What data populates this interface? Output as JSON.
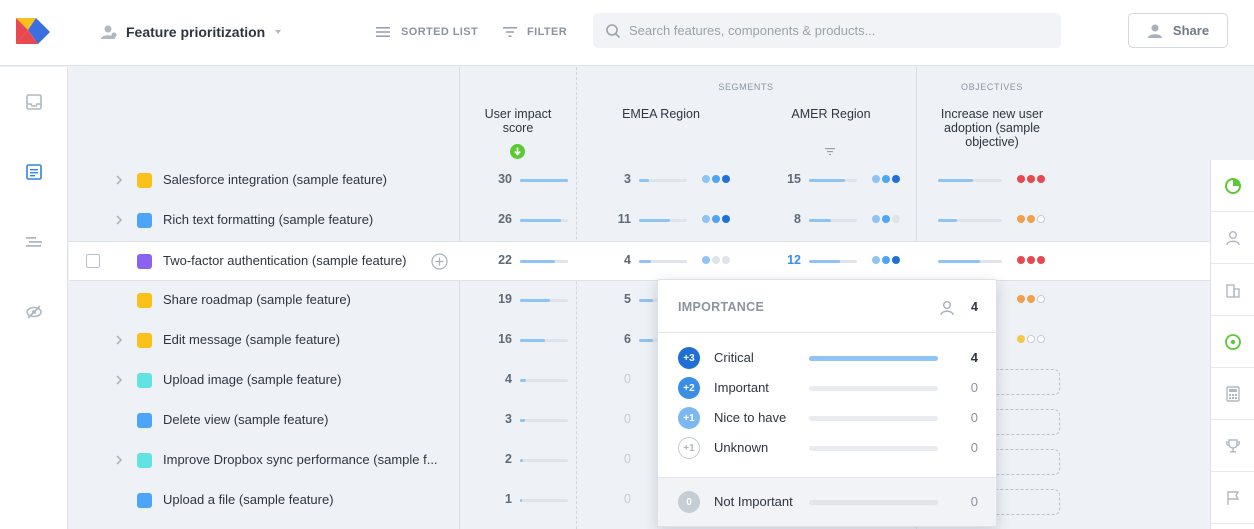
{
  "header": {
    "board_title": "Feature prioritization",
    "sorted_list_label": "SORTED LIST",
    "filter_label": "FILTER",
    "search_placeholder": "Search features, components & products...",
    "share_label": "Share"
  },
  "columns": {
    "segments_label": "SEGMENTS",
    "objectives_label": "OBJECTIVES",
    "user_impact": "User impact score",
    "emea": "EMEA Region",
    "amer": "AMER Region",
    "objective": "Increase new user adoption (sample objective)"
  },
  "colors": {
    "accent_blue": "#3a8ee6",
    "red": "#e8484f",
    "orange": "#f2a14a",
    "yellow": "#f5c842",
    "green": "#5cc836"
  },
  "features": [
    {
      "name": "Salesforce integration (sample feature)",
      "color": "#f9c11a",
      "expand": true,
      "score": "30",
      "score_level": 1.0,
      "emea": "3",
      "emea_level": 0.2,
      "emea_dots": 3,
      "amer": "15",
      "amer_level": 0.75,
      "amer_dots": 3,
      "obj_level": 0.55,
      "obj_dots": [
        "#e8484f",
        "#e8484f",
        "#e8484f"
      ]
    },
    {
      "name": "Rich text formatting (sample feature)",
      "color": "#4ea4f6",
      "expand": true,
      "score": "26",
      "score_level": 0.86,
      "emea": "11",
      "emea_level": 0.65,
      "emea_dots": 3,
      "amer": "8",
      "amer_level": 0.45,
      "amer_dots": 2,
      "obj_level": 0.3,
      "obj_dots": [
        "#f2a14a",
        "#f2a14a",
        "none"
      ]
    },
    {
      "name": "Two-factor authentication (sample feature)",
      "color": "#8c63f0",
      "expand": false,
      "selected": true,
      "score": "22",
      "score_level": 0.73,
      "emea": "4",
      "emea_level": 0.25,
      "emea_dots": 1,
      "amer": "12",
      "amer_level": 0.65,
      "amer_dots": 3,
      "obj_level": 0.65,
      "obj_dots": [
        "#e8484f",
        "#e8484f",
        "#e8484f"
      ]
    },
    {
      "name": "Share roadmap (sample feature)",
      "color": "#f9c11a",
      "expand": false,
      "score": "19",
      "score_level": 0.63,
      "emea": "5",
      "emea_level": 0.3,
      "emea_dots": 0,
      "amer": "",
      "amer_level": 0,
      "amer_dots": 0,
      "obj_level": 0,
      "obj_dots": [
        "#f2a14a",
        "#f2a14a",
        "none"
      ]
    },
    {
      "name": "Edit message (sample feature)",
      "color": "#f9c11a",
      "expand": true,
      "score": "16",
      "score_level": 0.53,
      "emea": "6",
      "emea_level": 0.3,
      "emea_dots": 0,
      "amer": "",
      "amer_level": 0,
      "amer_dots": 0,
      "obj_level": 0,
      "obj_dots": [
        "#f5c842",
        "none",
        "none"
      ]
    },
    {
      "name": "Upload image (sample feature)",
      "color": "#62e3e3",
      "expand": true,
      "score": "4",
      "score_level": 0.13,
      "emea": "0",
      "emea_level": 0,
      "emea_dots": 0,
      "amer": "",
      "amer_level": 0,
      "amer_dots": 0,
      "obj_level": 0,
      "obj_dots": []
    },
    {
      "name": "Delete view (sample feature)",
      "color": "#4ea4f6",
      "expand": false,
      "score": "3",
      "score_level": 0.1,
      "emea": "0",
      "emea_level": 0,
      "emea_dots": 0,
      "amer": "",
      "amer_level": 0,
      "amer_dots": 0,
      "obj_level": 0,
      "obj_dots": []
    },
    {
      "name": "Improve Dropbox sync performance (sample f...",
      "color": "#62e3e3",
      "expand": true,
      "score": "2",
      "score_level": 0.07,
      "emea": "0",
      "emea_level": 0,
      "emea_dots": 0,
      "amer": "",
      "amer_level": 0,
      "amer_dots": 0,
      "obj_level": 0,
      "obj_dots": []
    },
    {
      "name": "Upload a file (sample feature)",
      "color": "#4ea4f6",
      "expand": false,
      "score": "1",
      "score_level": 0.03,
      "emea": "0",
      "emea_level": 0,
      "emea_dots": 0,
      "amer": "",
      "amer_level": 0,
      "amer_dots": 0,
      "obj_level": 0,
      "obj_dots": []
    }
  ],
  "importance_popup": {
    "title": "IMPORTANCE",
    "count": "4",
    "levels": [
      {
        "badge": "+3",
        "label": "Critical",
        "value": "4",
        "level": 1.0,
        "color": "#1f6fd6"
      },
      {
        "badge": "+2",
        "label": "Important",
        "value": "0",
        "level": 0,
        "color": "#3a8ee6"
      },
      {
        "badge": "+1",
        "label": "Nice to have",
        "value": "0",
        "level": 0,
        "color": "#7bb8f2"
      },
      {
        "badge": "+1",
        "label": "Unknown",
        "value": "0",
        "level": 0,
        "color": "outline"
      }
    ],
    "not_important": {
      "badge": "0",
      "label": "Not Important",
      "value": "0",
      "level": 0
    }
  }
}
